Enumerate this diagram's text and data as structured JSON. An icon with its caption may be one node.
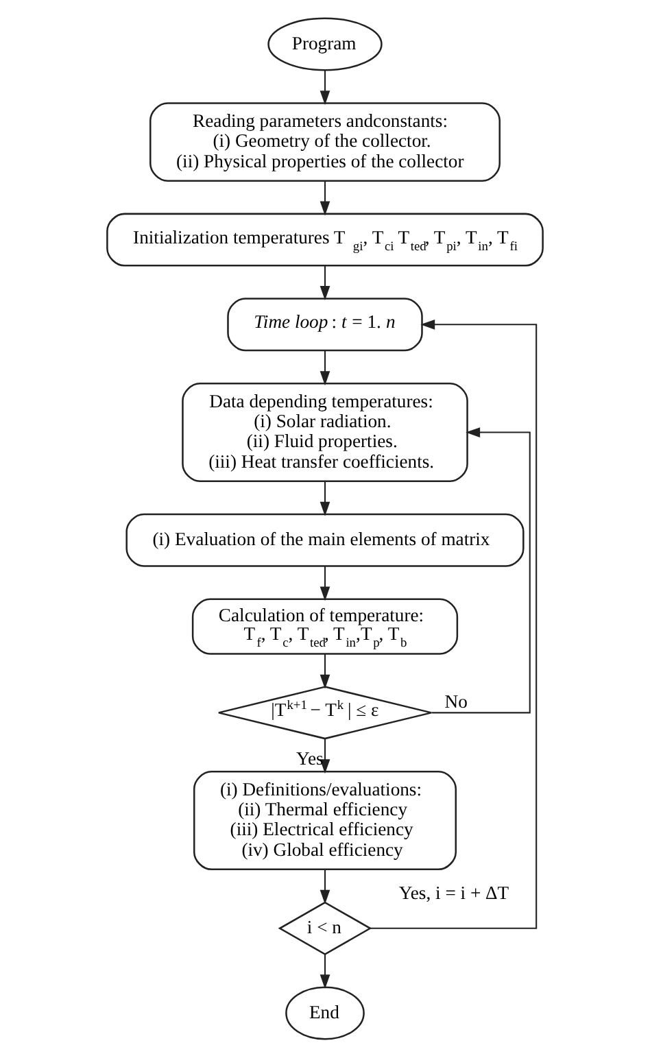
{
  "diagram": {
    "nodes": [
      {
        "text": [
          "Program"
        ]
      },
      {
        "text": [
          "Reading parameters andconstants:",
          "(i) Geometry of the collector.",
          "(ii) Physical properties of the collector"
        ]
      },
      {
        "text": [
          "Initialization temperatures T$_{gi}$, T$_{ci}$ T$_{ted}$, T$_{pi}$, T$_{in}$, T$_{fi}$"
        ]
      },
      {
        "text": [
          "*Time loop*: *t* = 1. *n*"
        ]
      },
      {
        "text": [
          "Data depending temperatures:",
          "(i) Solar radiation.",
          "(ii) Fluid properties.",
          "(iii) Heat transfer coefficients."
        ]
      },
      {
        "text": [
          "(i) Evaluation of the main elements of matrix"
        ]
      },
      {
        "text": [
          "Calculation of temperature:",
          "T$_{f}$, T$_{c}$, T$_{ted}$, T$_{in}$,T$_{p}$, T$_{b}$"
        ]
      },
      {
        "text": [
          "|T$^{k+1}$ − T$^{k}$ | ≤ ε"
        ]
      },
      {
        "text": [
          "(i) Definitions/evaluations:",
          "(ii) Thermal efficiency",
          "(iii) Electrical efficiency",
          "(iv) Global efficiency"
        ]
      },
      {
        "text": [
          "i < n"
        ]
      },
      {
        "text": [
          "End"
        ]
      }
    ],
    "edges": [
      {
        "from": 0,
        "to": 1,
        "arrow": "to"
      },
      {
        "from": 1,
        "to": 2,
        "arrow": "to"
      },
      {
        "from": 2,
        "to": 3,
        "arrow": "to"
      },
      {
        "from": 3,
        "to": 4,
        "arrow": "to"
      },
      {
        "from": 4,
        "to": 5,
        "arrow": "to"
      },
      {
        "from": 5,
        "to": 6,
        "arrow": "to"
      },
      {
        "from": 6,
        "to": 7,
        "arrow": "to"
      },
      {
        "from": 7,
        "to": 8,
        "arrow": "to",
        "label": "Yes"
      },
      {
        "from": 7,
        "to": 4,
        "arrow": "to",
        "label": "No"
      },
      {
        "from": 8,
        "to": 9,
        "arrow": "to"
      },
      {
        "from": 9,
        "to": 3,
        "arrow": "to",
        "label": "Yes, i = i + ΔT"
      },
      {
        "from": 9,
        "to": 10,
        "arrow": "to"
      }
    ]
  }
}
